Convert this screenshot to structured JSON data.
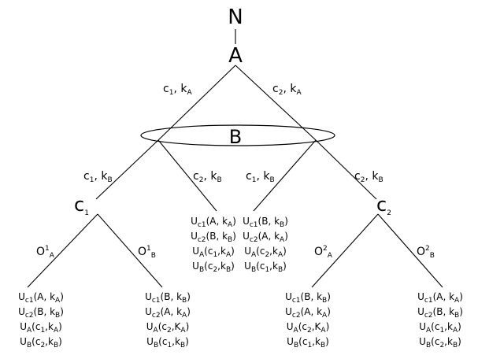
{
  "nodes": {
    "nature": "N",
    "player_a": "A",
    "player_b": "B",
    "chance_c1": {
      "base": "c",
      "sub": "1"
    },
    "chance_c2": {
      "base": "c",
      "sub": "2"
    }
  },
  "edges": {
    "a_left": {
      "c": "c",
      "c_sub": "1",
      "k": ", k",
      "k_sub": "A"
    },
    "a_right": {
      "c": "c",
      "c_sub": "2",
      "k": ", k",
      "k_sub": "A"
    },
    "b1_left": {
      "c": "c",
      "c_sub": "1",
      "k": ", k",
      "k_sub": "B"
    },
    "b1_right": {
      "c": "c",
      "c_sub": "2",
      "k": ", k",
      "k_sub": "B"
    },
    "b2_left": {
      "c": "c",
      "c_sub": "1",
      "k": ", k",
      "k_sub": "B"
    },
    "b2_right": {
      "c": "c",
      "c_sub": "2",
      "k": ", k",
      "k_sub": "B"
    },
    "c1_left": {
      "o": "O",
      "o_sup": "1",
      "o_sub": "A"
    },
    "c1_right": {
      "o": "O",
      "o_sup": "1",
      "o_sub": "B"
    },
    "c2_left": {
      "o": "O",
      "o_sup": "2",
      "o_sub": "A"
    },
    "c2_right": {
      "o": "O",
      "o_sup": "2",
      "o_sub": "B"
    }
  },
  "leaves": [
    {
      "lines": [
        {
          "u": "U",
          "s": "c1",
          "arg": "(A, k",
          "as": "A",
          "end": ")"
        },
        {
          "u": "U",
          "s": "c2",
          "arg": "(B, k",
          "as": "B",
          "end": ")"
        },
        {
          "u": "U",
          "s": "A",
          "arg": "(c",
          "cs": "1",
          "mid": ",k",
          "as": "A",
          "end": ")"
        },
        {
          "u": "U",
          "s": "B",
          "arg": "(c",
          "cs": "2",
          "mid": ",k",
          "as": "B",
          "end": ")"
        }
      ]
    },
    {
      "lines": [
        {
          "u": "U",
          "s": "c1",
          "arg": "(B, k",
          "as": "B",
          "end": ")"
        },
        {
          "u": "U",
          "s": "c2",
          "arg": "(A, k",
          "as": "A",
          "end": ")"
        },
        {
          "u": "U",
          "s": "A",
          "arg": "(c",
          "cs": "2",
          "mid": ",K",
          "as": "A",
          "end": ")"
        },
        {
          "u": "U",
          "s": "B",
          "arg": "(c",
          "cs": "1",
          "mid": ",k",
          "as": "B",
          "end": ")"
        }
      ]
    },
    {
      "lines": [
        {
          "u": "U",
          "s": "c1",
          "arg": "(A, k",
          "as": "A",
          "end": ")"
        },
        {
          "u": "U",
          "s": "c2",
          "arg": "(B, k",
          "as": "B",
          "end": ")"
        },
        {
          "u": "U",
          "s": "A",
          "arg": "(c",
          "cs": "1",
          "mid": ",k",
          "as": "A",
          "end": ")"
        },
        {
          "u": "U",
          "s": "B",
          "arg": "(c",
          "cs": "2",
          "mid": ",k",
          "as": "B",
          "end": ")"
        }
      ]
    },
    {
      "lines": [
        {
          "u": "U",
          "s": "c1",
          "arg": "(B, k",
          "as": "B",
          "end": ")"
        },
        {
          "u": "U",
          "s": "c2",
          "arg": "(A, k",
          "as": "A",
          "end": ")"
        },
        {
          "u": "U",
          "s": "A",
          "arg": "(c",
          "cs": "2",
          "mid": ",k",
          "as": "A",
          "end": ")"
        },
        {
          "u": "U",
          "s": "B",
          "arg": "(c",
          "cs": "1",
          "mid": ",k",
          "as": "B",
          "end": ")"
        }
      ]
    },
    {
      "lines": [
        {
          "u": "U",
          "s": "c1",
          "arg": "(B, k",
          "as": "B",
          "end": ")"
        },
        {
          "u": "U",
          "s": "c2",
          "arg": "(A, k",
          "as": "A",
          "end": ")"
        },
        {
          "u": "U",
          "s": "A",
          "arg": "(c",
          "cs": "2",
          "mid": ",K",
          "as": "A",
          "end": ")"
        },
        {
          "u": "U",
          "s": "B",
          "arg": "(c",
          "cs": "1",
          "mid": ",k",
          "as": "B",
          "end": ")"
        }
      ]
    },
    {
      "lines": [
        {
          "u": "U",
          "s": "c1",
          "arg": "(A, k",
          "as": "A",
          "end": ")"
        },
        {
          "u": "U",
          "s": "c2",
          "arg": "(B, k",
          "as": "B",
          "end": ")"
        },
        {
          "u": "U",
          "s": "A",
          "arg": "(c",
          "cs": "1",
          "mid": ",k",
          "as": "A",
          "end": ")"
        },
        {
          "u": "U",
          "s": "B",
          "arg": "(c",
          "cs": "2",
          "mid": ",k",
          "as": "B",
          "end": ")"
        }
      ]
    }
  ]
}
